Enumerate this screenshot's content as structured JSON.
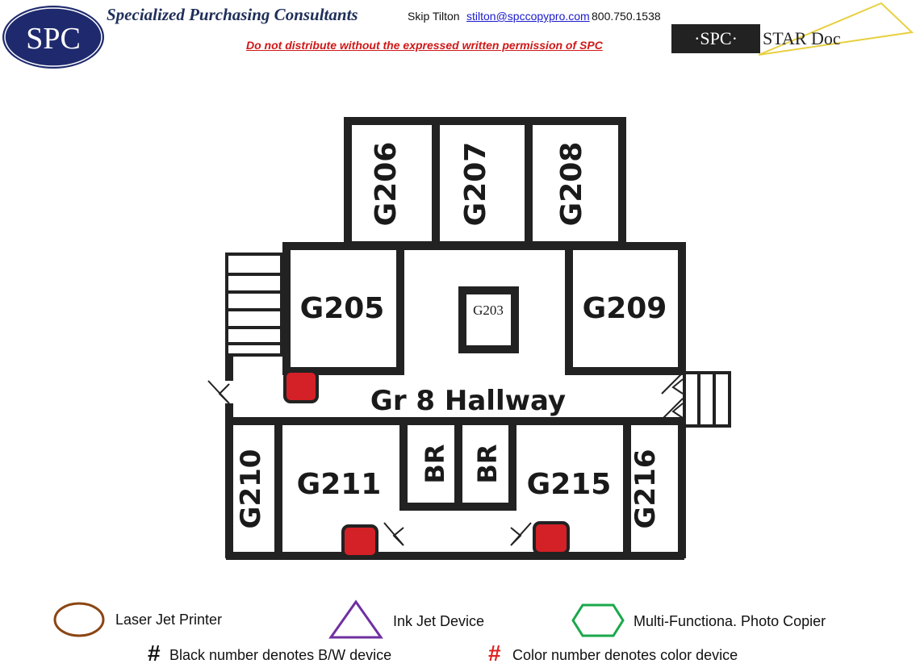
{
  "header": {
    "logo_text": "SPC",
    "company": "Specialized Purchasing Consultants",
    "contact_name": "Skip Tilton",
    "email": "stilton@spccopypro.com",
    "phone": "800.750.1538",
    "warning": "Do not distribute without the expressed written permission of SPC",
    "star_logo_left": "SPC",
    "star_logo_right": "STAR Doc"
  },
  "rooms": {
    "g206": "G206",
    "g207": "G207",
    "g208": "G208",
    "g205": "G205",
    "g203": "G203",
    "g209": "G209",
    "hallway": "Gr 8 Hallway",
    "g210": "G210",
    "g211": "G211",
    "br1": "BR",
    "br2": "BR",
    "g215": "G215",
    "g216": "G216"
  },
  "legend": {
    "laser": "Laser Jet Printer",
    "inkjet": "Ink Jet Device",
    "mfp": "Multi-Functiona. Photo Copier",
    "hash": "#",
    "bw_note": "Black number denotes B/W device",
    "color_note": "Color number denotes color device",
    "colors": {
      "laser": "#8b4513",
      "inkjet": "#7030a0",
      "mfp": "#1aa84a",
      "color_hash": "#e02020",
      "device": "#d42027"
    }
  }
}
